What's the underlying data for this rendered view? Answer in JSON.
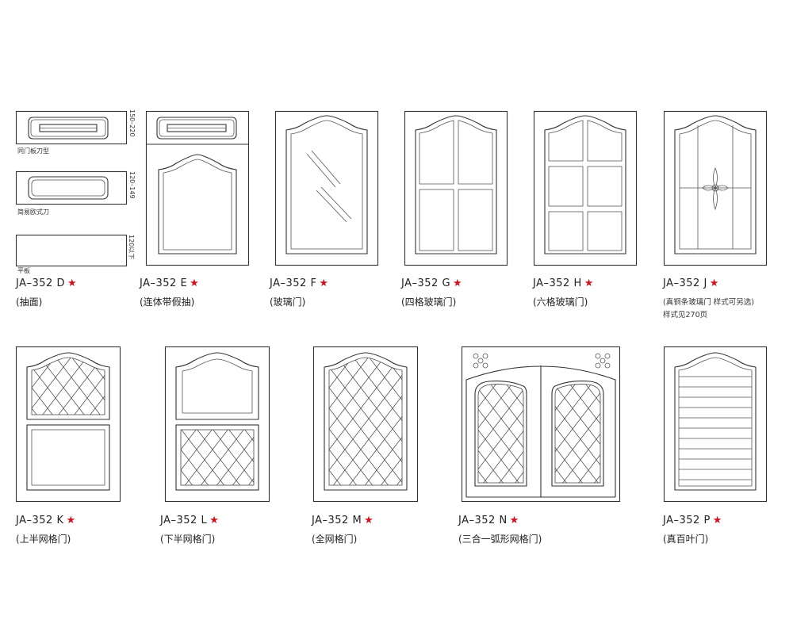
{
  "doors": [
    {
      "id": "D",
      "code": "JA–352  D",
      "name": "(抽面)"
    },
    {
      "id": "E",
      "code": "JA–352 E",
      "name": "(连体带假抽)"
    },
    {
      "id": "F",
      "code": "JA–352  F",
      "name": "(玻璃门)"
    },
    {
      "id": "G",
      "code": "JA–352  G",
      "name": "(四格玻璃门)"
    },
    {
      "id": "H",
      "code": "JA–352  H",
      "name": "(六格玻璃门)"
    },
    {
      "id": "J",
      "code": "JA–352  J",
      "name": "(真铜条玻璃门  样式可另选)",
      "note": "样式见270页"
    },
    {
      "id": "K",
      "code": "JA–352  K",
      "name": "(上半网格门)"
    },
    {
      "id": "L",
      "code": "JA–352  L",
      "name": "(下半网格门)"
    },
    {
      "id": "M",
      "code": "JA–352  M",
      "name": "(全网格门)"
    },
    {
      "id": "N",
      "code": "JA–352  N",
      "name": "(三合一弧形网格门)"
    },
    {
      "id": "P",
      "code": "JA–352  P",
      "name": "(真百叶门)"
    }
  ],
  "drawer_types": [
    {
      "label": "同门板刀型",
      "dimension": "150–220"
    },
    {
      "label": "简易欧式刀",
      "dimension": "120–149"
    },
    {
      "label": "平板",
      "dimension": "120以下"
    }
  ],
  "star_symbol": "★",
  "colors": {
    "star": "#d0121b",
    "line": "#333333"
  }
}
